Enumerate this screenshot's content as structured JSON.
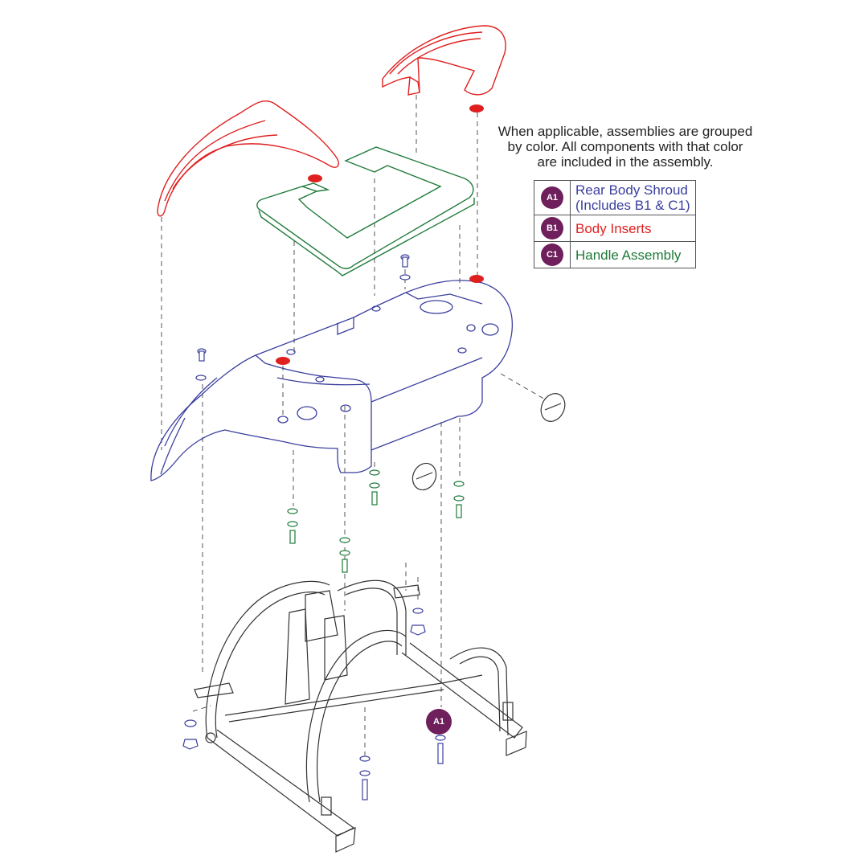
{
  "note": {
    "line1": "When applicable, assemblies are grouped",
    "line2": "by color. All components with that color",
    "line3": "are included in the assembly."
  },
  "legend": [
    {
      "code": "A1",
      "label_line1": "Rear Body Shroud",
      "label_line2": "(Includes B1 & C1)",
      "color": "#3b3f9e"
    },
    {
      "code": "B1",
      "label_line1": "Body Inserts",
      "label_line2": "",
      "color": "#e02020"
    },
    {
      "code": "C1",
      "label_line1": "Handle Assembly",
      "label_line2": "",
      "color": "#1f7a3a"
    }
  ],
  "callout": {
    "code": "A1"
  },
  "colors": {
    "shroud": "#3b3f9e",
    "inserts": "#e02020",
    "handle": "#1f7a3a",
    "frame": "#333333",
    "badge": "#6e1f5c",
    "hardware_blue": "#3b3f9e",
    "hardware_green": "#1f7a3a"
  }
}
